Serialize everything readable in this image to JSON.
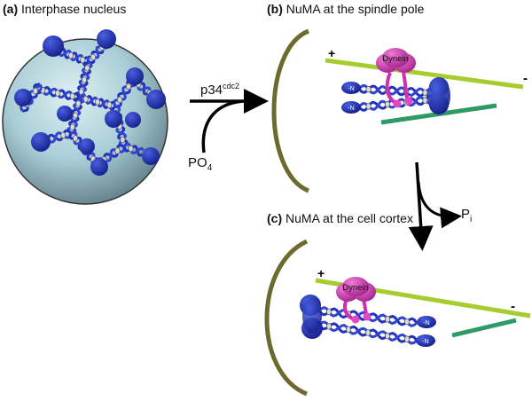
{
  "panels": {
    "a": {
      "letter": "(a)",
      "title": "Interphase nucleus"
    },
    "b": {
      "letter": "(b)",
      "title": "NuMA at the spindle pole"
    },
    "c": {
      "letter": "(c)",
      "title": "NuMA at the cell cortex"
    }
  },
  "reaction1": {
    "enzyme": "p34",
    "enzyme_sup": "cdc2",
    "phosphate": "PO",
    "phosphate_sub": "4"
  },
  "reaction2": {
    "product": "P",
    "product_sub": "i"
  },
  "labels": {
    "dynein": "Dynein",
    "plus": "+",
    "minus": "-",
    "n_terminus": "-N"
  },
  "colors": {
    "numa": "#2233bb",
    "dynein": "#d02fb0",
    "microtubule_light": "#a6cc2e",
    "microtubule_dark": "#2e9a66",
    "cortex": "#6e6a2e",
    "nucleus": "#a9cdd6"
  }
}
